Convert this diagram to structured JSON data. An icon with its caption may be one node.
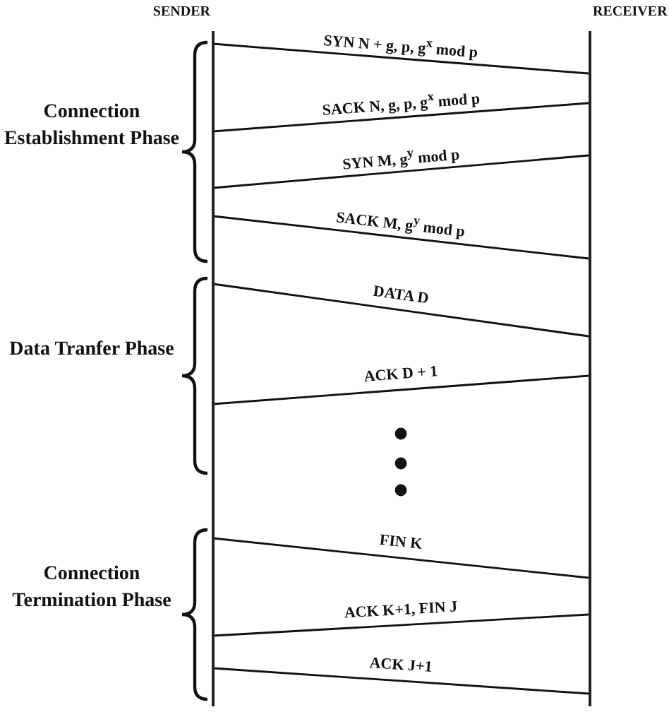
{
  "diagram": {
    "nodes": [
      {
        "text": [
          "SENDER"
        ]
      },
      {
        "text": [
          "RECEIVER"
        ]
      }
    ],
    "edges": [
      {
        "from": 0,
        "to": 1,
        "arrow": "none",
        "label": "SYN N + g, p, g$^{x}$ mod p"
      },
      {
        "from": 1,
        "to": 0,
        "arrow": "none",
        "label": "SACK N, g, p, g$^{x}$ mod p"
      },
      {
        "from": 1,
        "to": 0,
        "arrow": "none",
        "label": "SYN M, g$^{y}$ mod p"
      },
      {
        "from": 0,
        "to": 1,
        "arrow": "none",
        "label": "SACK M, g$^{y}$ mod p"
      },
      {
        "from": 0,
        "to": 1,
        "arrow": "none",
        "label": "DATA D"
      },
      {
        "from": 1,
        "to": 0,
        "arrow": "none",
        "label": "ACK D + 1"
      },
      {
        "from": 0,
        "to": 1,
        "arrow": "none",
        "label": "FIN K"
      },
      {
        "from": 1,
        "to": 0,
        "arrow": "none",
        "label": "ACK K+1, FIN J"
      },
      {
        "from": 0,
        "to": 1,
        "arrow": "none",
        "label": "ACK J+1"
      }
    ],
    "labels": [
      "Connection Establishment Phase",
      "Data Tranfer Phase",
      "Connection Termination Phase"
    ]
  }
}
